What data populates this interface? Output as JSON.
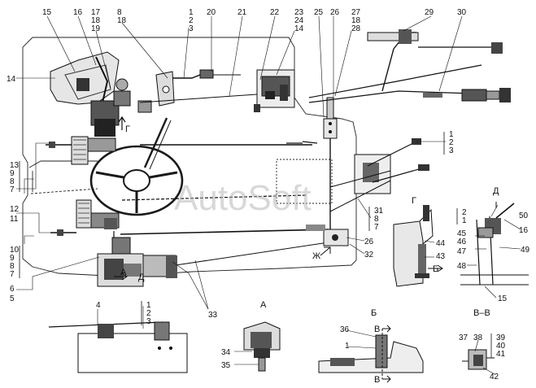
{
  "watermark": "AutoSoft",
  "callouts": {
    "c15_top": "15",
    "c16_top": "16",
    "c17": "17",
    "c18a": "18",
    "c19": "19",
    "c8": "8",
    "c18b": "18",
    "c1a": "1",
    "c2a": "2",
    "c3a": "3",
    "c20": "20",
    "c21": "21",
    "c22": "22",
    "c23": "23",
    "c24": "24",
    "c14a": "14",
    "c25": "25",
    "c26a": "26",
    "c27": "27",
    "c18c": "18",
    "c28": "28",
    "c29": "29",
    "c30": "30",
    "c14b": "14",
    "c1b": "1",
    "c2b": "2",
    "c3b": "3",
    "c13": "13",
    "c9a": "9",
    "c8a": "8",
    "c7a": "7",
    "c12": "12",
    "c11": "11",
    "c31": "31",
    "c8b": "8",
    "c7b": "7",
    "c10": "10",
    "c9b": "9",
    "c8c": "8",
    "c7c": "7",
    "c6": "6",
    "c5": "5",
    "c26b": "26",
    "c32": "32",
    "c33": "33",
    "c4": "4",
    "c1c": "1",
    "c2c": "2",
    "c3c": "3",
    "c44": "44",
    "c43": "43",
    "c2d": "2",
    "c1d": "1",
    "c50": "50",
    "c16b": "16",
    "c45": "45",
    "c46": "46",
    "c47": "47",
    "c49": "49",
    "c48": "48",
    "c15b": "15",
    "c34": "34",
    "c35": "35",
    "c36": "36",
    "c1e": "1",
    "c37": "37",
    "c38": "38",
    "c39": "39",
    "c40": "40",
    "c41": "41",
    "c42": "42"
  },
  "sections": {
    "g_top": "Г",
    "g_view": "Г",
    "d_view": "Д",
    "d_mark": "Д",
    "a_view": "А",
    "a_mark": "А",
    "b_view": "Б",
    "b_mark": "Б",
    "vv_view": "В–В",
    "v_top": "В",
    "v_bot": "В",
    "zh_mark": "Ж"
  }
}
